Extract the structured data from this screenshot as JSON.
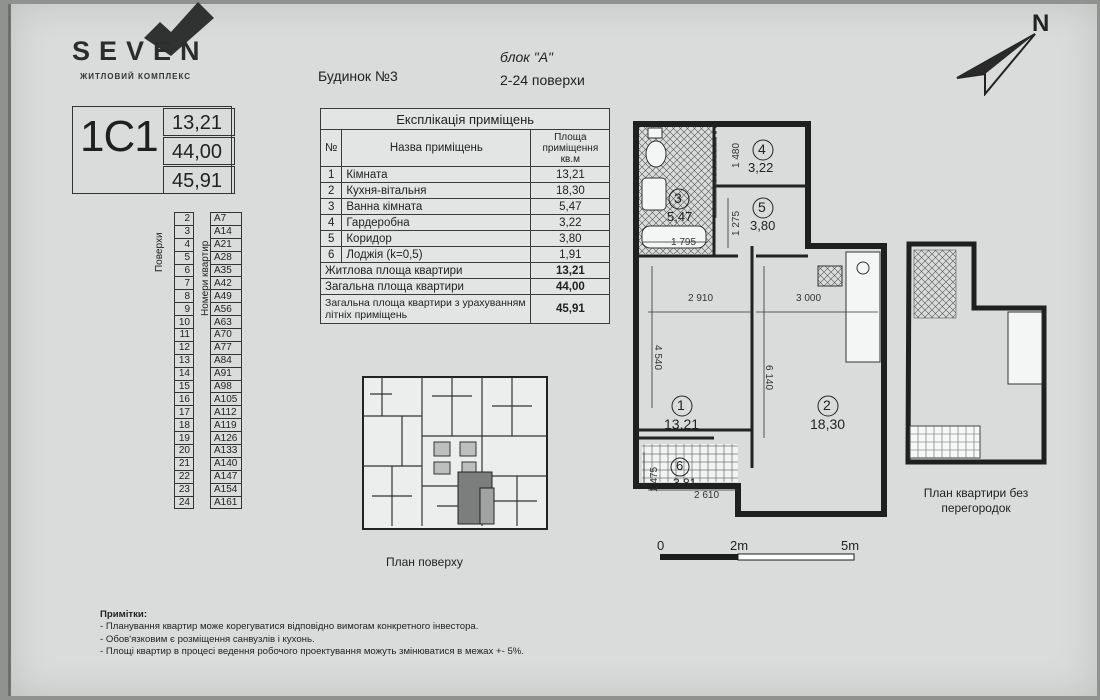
{
  "logo": {
    "name": "SEVEN",
    "subtitle": "ЖИТЛОВИЙ КОМПЛЕКС"
  },
  "header": {
    "building": "Будинок №3",
    "block": "блок \"А\"",
    "floors": "2-24 поверхи"
  },
  "apartment": {
    "code": "1С1",
    "living_area": "13,21",
    "total_area": "44,00",
    "total_area_summer": "45,91"
  },
  "explication": {
    "title": "Експлікація приміщень",
    "col_num": "№",
    "col_name": "Назва приміщень",
    "col_area": "Площа приміщення кв.м",
    "rows": [
      {
        "n": "1",
        "name": "Кімната",
        "area": "13,21"
      },
      {
        "n": "2",
        "name": "Кухня-вітальня",
        "area": "18,30"
      },
      {
        "n": "3",
        "name": "Ванна кімната",
        "area": "5,47"
      },
      {
        "n": "4",
        "name": "Гардеробна",
        "area": "3,22"
      },
      {
        "n": "5",
        "name": "Коридор",
        "area": "3,80"
      },
      {
        "n": "6",
        "name": "Лоджія (k=0,5)",
        "area": "1,91"
      }
    ],
    "totals": [
      {
        "label": "Житлова площа квартири",
        "value": "13,21"
      },
      {
        "label": "Загальна площа квартири",
        "value": "44,00"
      },
      {
        "label": "Загальна площа квартири з урахуванням літніх приміщень",
        "value": "45,91"
      }
    ]
  },
  "floor_index": {
    "floors_label": "Поверхи",
    "apartments_label": "Номери квартир",
    "rows": [
      {
        "floor": "2",
        "apt": "А7"
      },
      {
        "floor": "3",
        "apt": "А14"
      },
      {
        "floor": "4",
        "apt": "А21"
      },
      {
        "floor": "5",
        "apt": "А28"
      },
      {
        "floor": "6",
        "apt": "А35"
      },
      {
        "floor": "7",
        "apt": "А42"
      },
      {
        "floor": "8",
        "apt": "А49"
      },
      {
        "floor": "9",
        "apt": "А56"
      },
      {
        "floor": "10",
        "apt": "А63"
      },
      {
        "floor": "11",
        "apt": "А70"
      },
      {
        "floor": "12",
        "apt": "А77"
      },
      {
        "floor": "13",
        "apt": "А84"
      },
      {
        "floor": "14",
        "apt": "А91"
      },
      {
        "floor": "15",
        "apt": "А98"
      },
      {
        "floor": "16",
        "apt": "А105"
      },
      {
        "floor": "17",
        "apt": "А112"
      },
      {
        "floor": "18",
        "apt": "А119"
      },
      {
        "floor": "19",
        "apt": "А126"
      },
      {
        "floor": "20",
        "apt": "А133"
      },
      {
        "floor": "21",
        "apt": "А140"
      },
      {
        "floor": "22",
        "apt": "А147"
      },
      {
        "floor": "23",
        "apt": "А154"
      },
      {
        "floor": "24",
        "apt": "А161"
      }
    ]
  },
  "plan": {
    "rooms": [
      {
        "n": "1",
        "area": "13,21"
      },
      {
        "n": "2",
        "area": "18,30"
      },
      {
        "n": "3",
        "area": "5,47"
      },
      {
        "n": "4",
        "area": "3,22"
      },
      {
        "n": "5",
        "area": "3,80"
      },
      {
        "n": "6",
        "area": "3,81"
      }
    ],
    "dims": {
      "d2910": "2 910",
      "d3000": "3 000",
      "d4540": "4 540",
      "d6140": "6 140",
      "d1795": "1 795",
      "d1480": "1 480",
      "d1475": "1 475",
      "d2610": "2 610",
      "d1275": "1 275"
    },
    "scale": {
      "zero": "0",
      "two": "2m",
      "five": "5m"
    },
    "compass": "N"
  },
  "captions": {
    "floor_plan": "План поверху",
    "open_plan": "План квартири без перегородок"
  },
  "notes": {
    "title": "Примітки:",
    "items": [
      "- Планування квартир може корегуватися відповідно вимогам конкретного інвестора.",
      "- Обов'язковим є розміщення санвузлів і кухонь.",
      "- Площі квартир в процесі ведення робочого проектування можуть змінюватися в межах +- 5%."
    ]
  }
}
